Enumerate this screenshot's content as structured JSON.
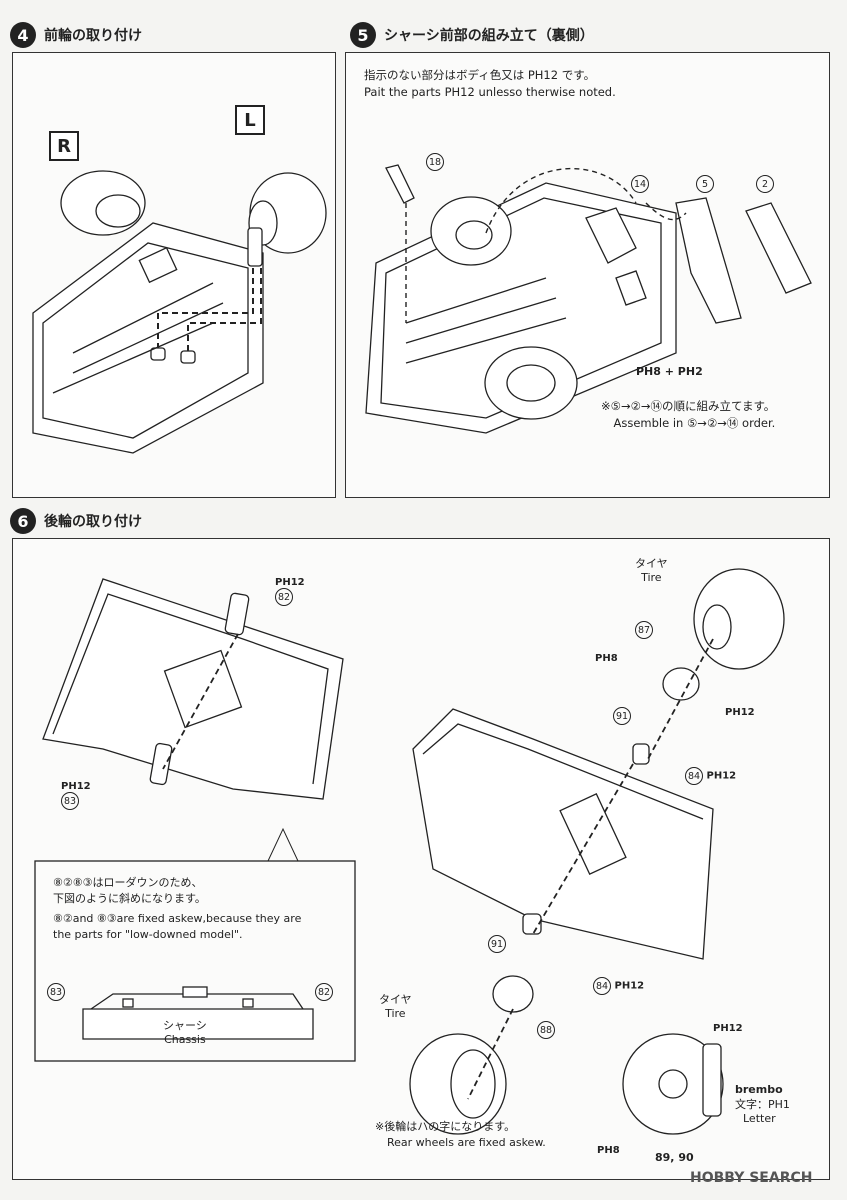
{
  "step4": {
    "num": "4",
    "title": "前輪の取り付け",
    "right_label": "R",
    "left_label": "L"
  },
  "step5": {
    "num": "5",
    "title": "シャーシ前部の組み立て（裏側）",
    "note_jp": "指示のない部分はボディ色又は PH12 です。",
    "note_en": "Pait the parts PH12 unlesso therwise noted.",
    "parts": [
      "18",
      "14",
      "5",
      "2"
    ],
    "paint_label": "PH8 + PH2",
    "order_jp": "※⑤→②→⑭の順に組み立てます。",
    "order_en": "Assemble in ⑤→②→⑭ order."
  },
  "step6": {
    "num": "6",
    "title": "後輪の取り付け",
    "part82": "82",
    "part83": "83",
    "paint82": "PH12",
    "paint83": "PH12",
    "inset_jp1": "⑧②⑧③はローダウンのため、",
    "inset_jp2": "下図のように斜めになります。",
    "inset_en1": "⑧②and ⑧③are fixed askew,because they are",
    "inset_en2": "the parts for \"low-downed model\".",
    "inset_left": "83",
    "inset_right": "82",
    "chassis_jp": "シャーシ",
    "chassis_en": "Chassis",
    "tire_jp": "タイヤ",
    "tire_en": "Tire",
    "p87": "87",
    "p87_paint": "PH8",
    "p87_paint2": "PH12",
    "p91": "91",
    "p84": "84",
    "p84_paint": "PH12",
    "p88": "88",
    "rear_jp": "※後輪はハの字になります。",
    "rear_en": "Rear wheels are fixed askew.",
    "brake_paint": "PH12",
    "brake_brand": "brembo",
    "letter_jp": "文字：PH1",
    "letter_en": "Letter",
    "disc_paint": "PH8",
    "disc_parts": "89, 90"
  },
  "watermark": "HOBBY SEARCH"
}
